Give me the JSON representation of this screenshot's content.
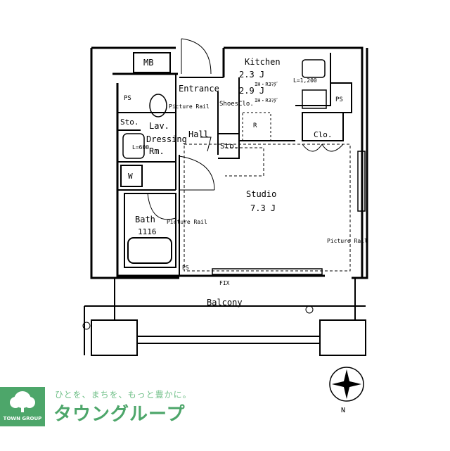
{
  "rooms": {
    "mb": "MB",
    "kitchen_title": "Kitchen",
    "kitchen_area": "2.3 J",
    "kitchen_area2": "2.9 J",
    "kitchen_note1": "IH・R3ﾏﾀﾞ",
    "kitchen_note2": "IH・R3ﾏﾀﾞ",
    "kitchen_length": "L=1,200",
    "entrance": "Entrance",
    "shoes": "ShoesClo.",
    "hall": "Hall",
    "lav": "Lav.",
    "sto_left": "Sto.",
    "sto_hall": "Sto.",
    "dressing": "Dressing",
    "rm": "Rm.",
    "dress_l": "L=600",
    "washer": "W",
    "bath": "Bath",
    "bath_size": "1116",
    "studio": "Studio",
    "studio_area": "7.3 J",
    "clo": "Clo.",
    "ps1": "PS",
    "ps2": "PS",
    "ps3": "PS",
    "fix": "FIX",
    "balcony": "Balcony",
    "refrig": "R",
    "picture_rail_1": "Picture Rail",
    "picture_rail_2": "Picture Rail",
    "picture_rail_3": "Picture Rail",
    "north": "N"
  },
  "brand": {
    "logo_caption": "TOWN GROUP",
    "tagline": "ひとを、まちを、もっと豊かに。",
    "name": "タウングループ"
  },
  "colors": {
    "brand_green": "#4da66a",
    "line": "#000000"
  }
}
